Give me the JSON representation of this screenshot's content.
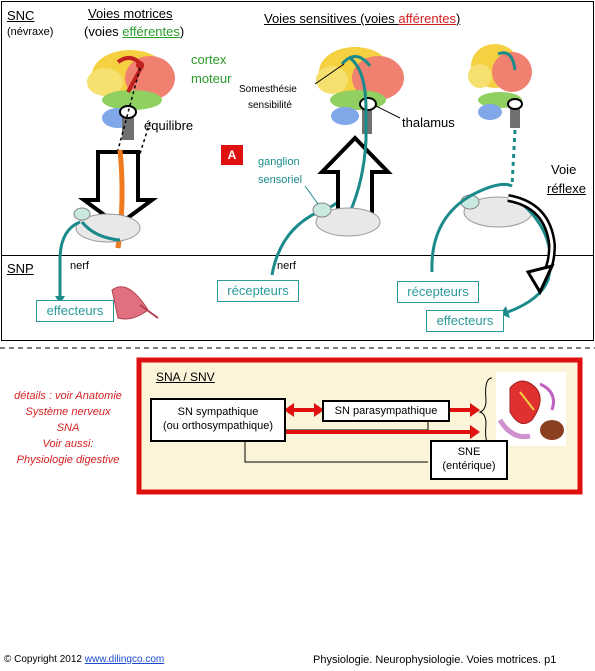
{
  "snc": {
    "label": "SNC",
    "sub": "(névraxe)"
  },
  "snp": {
    "label": "SNP"
  },
  "motor": {
    "title": "Voies motrices",
    "title2_pre": "(voies ",
    "title2_word": "efférentes",
    "title2_post": ")",
    "cortex": "cortex",
    "moteur": "moteur",
    "equilibre": "équilibre",
    "nerf": "nerf",
    "effecteurs": "effecteurs"
  },
  "sensory": {
    "title_pre": "Voies sensitives",
    "title_mid": " (voies ",
    "title_word": "afférentes",
    "title_post": ")",
    "somesthesie": "Somesthésie",
    "sensibilite": "sensibilité",
    "thalamus": "thalamus",
    "ganglion": "ganglion",
    "sensoriel": "sensoriel",
    "badge": "A",
    "nerf": "nerf",
    "recepteurs": "récepteurs"
  },
  "reflex": {
    "voie": "Voie",
    "reflexe": "réflexe",
    "recepteurs": "récepteurs",
    "effecteurs": "effecteurs"
  },
  "side_note": {
    "lines": [
      "détails : voir Anatomie",
      "Système nerveux",
      "SNA",
      "Voir aussi:",
      "Physiologie digestive"
    ]
  },
  "sna": {
    "title": "SNA / SNV",
    "sympathique_1": "SN sympathique",
    "sympathique_2": "(ou orthosympathique)",
    "parasympathique": "SN parasympathique",
    "sne_1": "SNE",
    "sne_2": "(entérique)"
  },
  "footer": {
    "copyright_pre": "© Copyright 2012 ",
    "link": "www.dilingco.com",
    "right": "Physiologie. Neurophysiologie. Voies motrices. p1"
  },
  "colors": {
    "teal": "#1a8a8a",
    "orange": "#f07a20",
    "red": "#e01010",
    "green": "#2a9a2a",
    "panel_bg": "#fbf4d8"
  }
}
